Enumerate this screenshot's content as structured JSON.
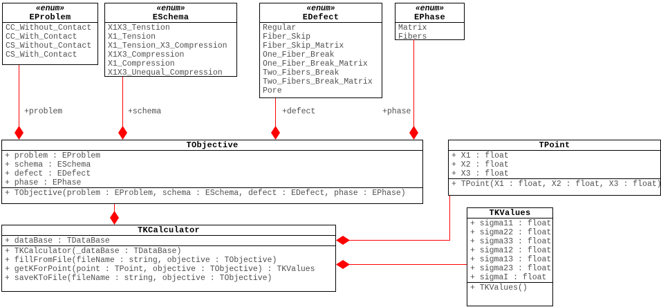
{
  "classes": {
    "eproblem": {
      "stereotype": "«enum»",
      "name": "EProblem",
      "attributes": [
        "CC_Without_Contact",
        "CC_With_Contact",
        "CS_Without_Contact",
        "CS_With_Contact"
      ]
    },
    "eschema": {
      "stereotype": "«enum»",
      "name": "ESchema",
      "attributes": [
        "X1X3_Tenstion",
        "X1_Tension",
        "X1_Tension_X3_Compression",
        "X1X3_Compression",
        "X1_Compression",
        "X1X3_Unequal_Compression"
      ]
    },
    "edefect": {
      "stereotype": "«enum»",
      "name": "EDefect",
      "attributes": [
        "Regular",
        "Fiber_Skip",
        "Fiber_Skip_Matrix",
        "One_Fiber_Break",
        "One_Fiber_Break_Matrix",
        "Two_Fibers_Break",
        "Two_Fibers_Break_Matrix",
        "Pore"
      ]
    },
    "ephase": {
      "stereotype": "«enum»",
      "name": "EPhase",
      "attributes": [
        "Matrix",
        "Fibers"
      ]
    },
    "tobjective": {
      "name": "TObjective",
      "attributes": [
        "+ problem : EProblem",
        "+ schema : ESchema",
        "+ defect : EDefect",
        "+ phase : EPhase"
      ],
      "operations": [
        "+ TObjective(problem : EProblem, schema : ESchema, defect : EDefect, phase : EPhase)"
      ]
    },
    "tpoint": {
      "name": "TPoint",
      "attributes": [
        "+ X1 : float",
        "+ X2 : float",
        "+ X3 : float"
      ],
      "operations": [
        "+ TPoint(X1 : float, X2 : float, X3 : float)"
      ]
    },
    "tkcalculator": {
      "name": "TKCalculator",
      "attributes": [
        "+ dataBase : TDataBase"
      ],
      "operations": [
        "+ TKCalculator(_dataBase : TDataBase)",
        "+ fillFromFile(fileName : string, objective : TObjective)",
        "+ getKForPoint(point : TPoint, objective : TObjective) : TKValues",
        "+ saveKToFile(fileName : string, objective : TObjective)"
      ]
    },
    "tkvalues": {
      "name": "TKValues",
      "attributes": [
        "+ sigma11 : float",
        "+ sigma22 : float",
        "+ sigma33 : float",
        "+ sigma12 : float",
        "+ sigma13 : float",
        "+ sigma23 : float",
        "+ sigmaI : float"
      ],
      "operations": [
        "+ TKValues()"
      ]
    }
  },
  "connector_labels": {
    "problem": "+problem",
    "schema": "+schema",
    "defect": "+defect",
    "phase": "+phase"
  },
  "colors": {
    "connector": "#ff0000",
    "border": "#000000",
    "member_text": "#4f4f4f",
    "title_text": "#000000",
    "background": "#ffffff"
  }
}
